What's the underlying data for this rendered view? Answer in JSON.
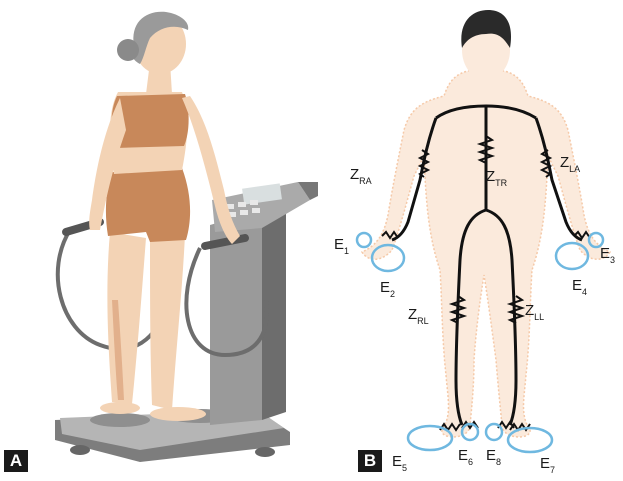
{
  "panels": {
    "a": "A",
    "b": "B"
  },
  "impedances": [
    {
      "id": "ra",
      "main": "Z",
      "sub": "RA"
    },
    {
      "id": "la",
      "main": "Z",
      "sub": "LA"
    },
    {
      "id": "tr",
      "main": "Z",
      "sub": "TR"
    },
    {
      "id": "rl",
      "main": "Z",
      "sub": "RL"
    },
    {
      "id": "ll",
      "main": "Z",
      "sub": "LL"
    }
  ],
  "electrodes": [
    {
      "id": "e1",
      "main": "E",
      "sub": "1"
    },
    {
      "id": "e2",
      "main": "E",
      "sub": "2"
    },
    {
      "id": "e3",
      "main": "E",
      "sub": "3"
    },
    {
      "id": "e4",
      "main": "E",
      "sub": "4"
    },
    {
      "id": "e5",
      "main": "E",
      "sub": "5"
    },
    {
      "id": "e6",
      "main": "E",
      "sub": "6"
    },
    {
      "id": "e7",
      "main": "E",
      "sub": "7"
    },
    {
      "id": "e8",
      "main": "E",
      "sub": "8"
    }
  ],
  "colors": {
    "skin": "#f3d3b5",
    "skin_shadow": "#e2b08c",
    "clothing": "#c8885a",
    "hair": "#9a9a9a",
    "device": "#8c8c8c",
    "device_dark": "#555555",
    "body_outline": "#f5dcc8",
    "body_fill": "#fbeadc",
    "human_head": "#2a2a2a",
    "circuit": "#111111",
    "electrode_ring": "#6fb8e0"
  }
}
